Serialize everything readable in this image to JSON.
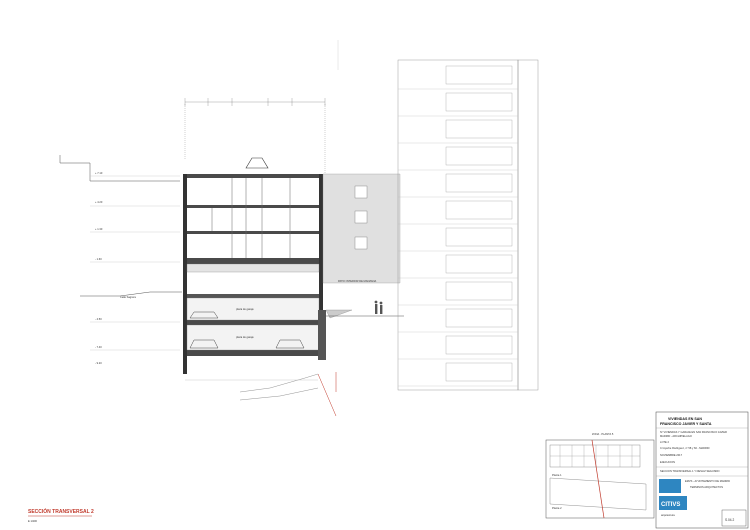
{
  "drawing": {
    "main_title": "SECCIÓN TRANSVERSAL 2",
    "scale_note": "E 1/200",
    "patio_label": "PATIO INTERIOR DE MANZANA",
    "street_label": "Calle Sagrera",
    "garage_label_1": "plaza de garaje",
    "garage_label_2": "plaza de garaje"
  },
  "key_plan": {
    "title": "ZONA · PLANTA 5",
    "label_a": "Planta 1",
    "label_b": "Planta 2"
  },
  "title_block": {
    "heading_1": "VIVIENDAS EN SAN",
    "heading_2": "FRANCISCO JAVIER Y SANTA",
    "project_lines": [
      "Nº VIVIENDAS Y GARAJE EN SAN FRANCISCO JAVIER",
      "MADRID - ARCHIPIELAGO"
    ],
    "lot": "LOTE 2",
    "address": "C/ Ayerbe Rodriguez, nº 58 y 60 - MADRID",
    "date": "NOVIEMBRE 2017",
    "phase": "EJECUCION",
    "sheet_title": "SECCION TRANSVERSAL 1 Y DESLIZ SEGUNDO",
    "client_line": "EMVS - AYUNTAMIENTO DE MADRID",
    "architect_line": "TERMINOS ARQUITECTOS",
    "firm_name": "CITIVS",
    "firm_tag": "arquitectura",
    "sheet_number": "S.04.2"
  },
  "accent_color": "#c0392b"
}
